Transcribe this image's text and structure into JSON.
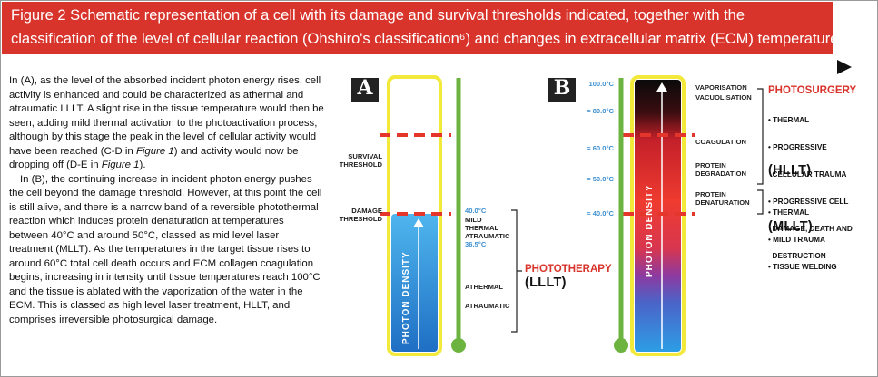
{
  "header": {
    "line1": "Figure 2 Schematic representation of a cell with its damage and survival thresholds indicated, together with the",
    "line2": "classification of the level of cellular reaction (Ohshiro's classification⁶) and changes in extracellular matrix (ECM) temperature"
  },
  "body": {
    "p1_a": "In (A), as the level of the absorbed incident photon energy rises, cell activity is enhanced and could be characterized as athermal and atraumatic LLLT. A slight rise in the tissue temperature would then be seen, adding mild thermal activation to the photoactivation process, although by this stage the peak in the level of cellular activity would have been reached (C-D in ",
    "fig_ref": "Figure 1",
    "p1_b": ") and activity would now be dropping off (D-E in ",
    "p1_c": ").",
    "p2": "In (B), the continuing increase in incident photon energy pushes the cell beyond the damage threshold. However, at this point the cell is still alive, and there is a narrow band of a reversible photothermal reaction which induces protein denaturation at temperatures between 40°C and around 50°C, classed as mid level laser treatment (MLLT). As the temperatures in the target tissue rises to around 60°C total cell death occurs and ECM collagen coagulation begins, increasing in intensity until tissue temperatures reach 100°C and the tissue is ablated with the vaporization of the water in the ECM. This is classed as high level laser treatment, HLLT, and comprises irreversible photosurgical damage."
  },
  "diagram_a": {
    "badge": "A",
    "survival_threshold": [
      "SURVIVAL",
      "THRESHOLD"
    ],
    "damage_threshold": [
      "DAMAGE",
      "THRESHOLD"
    ],
    "photon_density": "PHOTON DENSITY",
    "temp_top": "40.0°C",
    "mild_thermal": [
      "MILD",
      "THERMAL",
      "ATRAUMATIC"
    ],
    "temp_bottom": "36.5°C",
    "athermal": "ATHERMAL",
    "atraumatic": "ATRAUMATIC",
    "phototherapy": "PHOTOTHERAPY",
    "lllt": "(LLLT)"
  },
  "diagram_b": {
    "badge": "B",
    "temps": [
      "100.0°C",
      "≈ 80.0°C",
      "≈ 60.0°C",
      "≈ 50.0°C",
      "≈ 40.0°C"
    ],
    "photon_density": "PHOTON DENSITY",
    "vaporisation": "VAPORISATION",
    "vacuolisation": "VACUOLISATION",
    "coagulation": "COAGULATION",
    "protein_degradation": [
      "PROTEIN",
      "DEGRADATION"
    ],
    "protein_denaturation": [
      "PROTEIN",
      "DENATURATION"
    ],
    "photosurgery": "PHOTOSURGERY",
    "hllt_items": [
      "• THERMAL",
      "• PROGRESSIVE",
      "  CELLULAR TRAUMA",
      "• PROGRESSIVE CELL",
      "  DAMAGE, DEATH AND",
      "  DESTRUCTION"
    ],
    "hllt": "(HLLT)",
    "mllt_items": [
      "• THERMAL",
      "• MILD TRAUMA",
      "• TISSUE WELDING"
    ],
    "mllt": "(MLLT)"
  },
  "colors": {
    "header_red": "#d8342b",
    "cell_outline": "#f2e93b",
    "threshold_dash": "#e4362b",
    "thermometer_green": "#6db33f",
    "temp_blue": "#3d8fd0"
  }
}
